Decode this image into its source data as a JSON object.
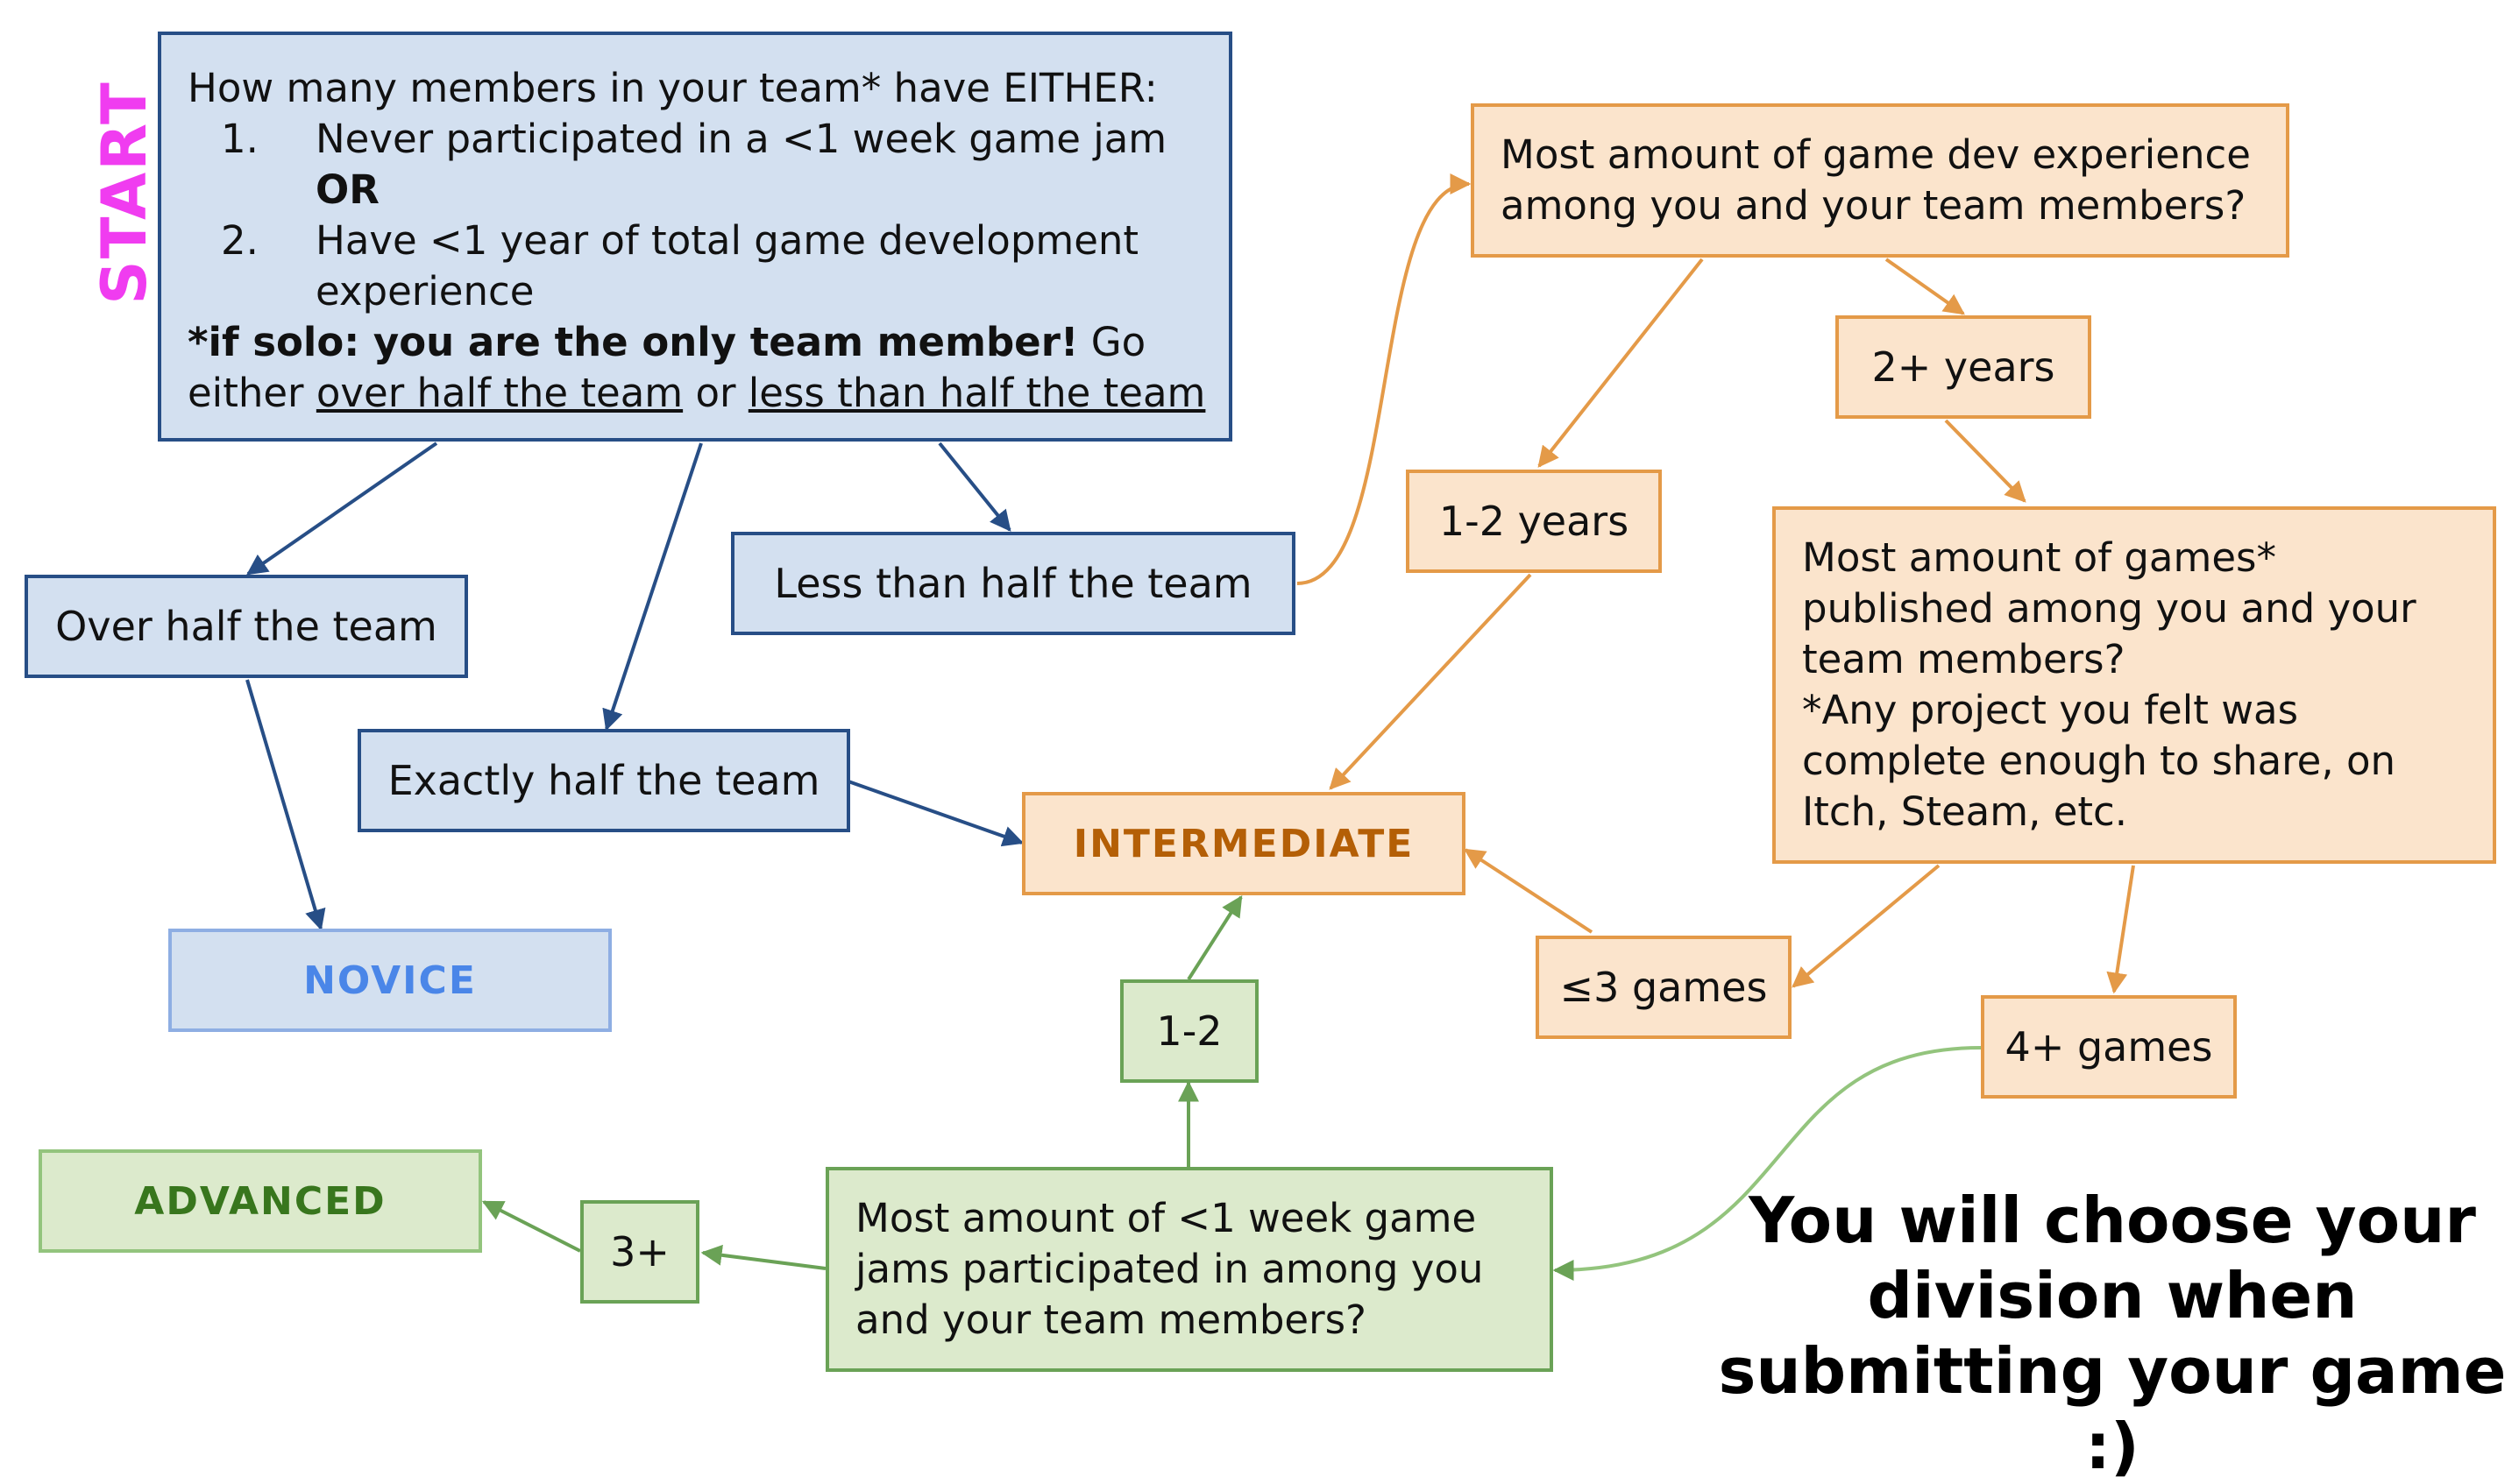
{
  "start_label": "START",
  "question_team": {
    "line1": "How many members in your team* have EITHER:",
    "item1_num": "1.",
    "item1_text": "Never participated in a <1 week game jam",
    "or_text": "OR",
    "item2_num": "2.",
    "item2_text_a": "Have <1 year of total game development",
    "item2_text_b": "experience",
    "solo_bold": "*if solo: you are the only team member!",
    "solo_rest": " Go",
    "either_prefix": "either ",
    "option_over": "over half the team",
    "either_or": " or ",
    "option_less": "less than half the team"
  },
  "answers_team": {
    "over_half": "Over half the team",
    "exactly_half": "Exactly half the team",
    "less_half": "Less than half the team"
  },
  "question_experience": {
    "line1": "Most amount of game dev experience",
    "line2": "among you and your team members?"
  },
  "answers_experience": {
    "two_plus": "2+ years",
    "one_two": "1-2 years"
  },
  "question_games": {
    "line1": "Most amount of games*",
    "line2": "published among you and your",
    "line3": "team members?",
    "line4": "*Any project you felt was",
    "line5": "complete enough to share, on",
    "line6": "Itch, Steam, etc."
  },
  "answers_games": {
    "three_or_less": "≤3 games",
    "four_plus": "4+ games"
  },
  "question_jams": {
    "line1": "Most amount of <1 week game",
    "line2": "jams participated in among you",
    "line3": "and your team members?"
  },
  "answers_jams": {
    "one_two": "1-2",
    "three_plus": "3+"
  },
  "results": {
    "novice": "NOVICE",
    "intermediate": "INTERMEDIATE",
    "advanced": "ADVANCED"
  },
  "footer_note": {
    "line1": "You will choose your",
    "line2": "division when",
    "line3": "submitting your game :)"
  },
  "colors": {
    "start": "#f03cf0",
    "blue_fill": "#d3e0f0",
    "blue_border": "#274e86",
    "orange_fill": "#fbe4cc",
    "orange_border": "#e49a48",
    "green_fill": "#dceacc",
    "green_border": "#6aa256",
    "novice_text": "#4a86e8",
    "intermediate_text": "#b45f06",
    "advanced_text": "#38761d"
  }
}
